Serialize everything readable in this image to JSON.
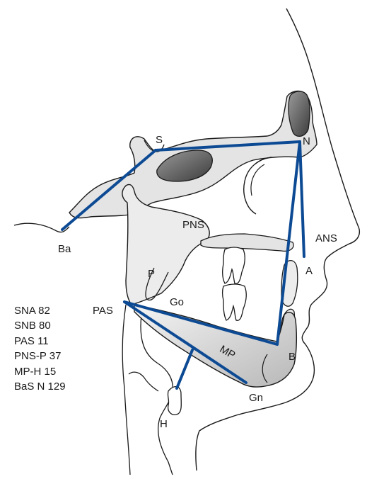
{
  "landmarks": {
    "s": "S",
    "n": "N",
    "ba": "Ba",
    "pns": "PNS",
    "ans": "ANS",
    "a": "A",
    "p": "P",
    "pas": "PAS",
    "go": "Go",
    "mp": "MP",
    "b": "B",
    "gn": "Gn",
    "h": "H"
  },
  "measurements": [
    "SNA 82",
    "SNB 80",
    "PAS 11",
    "PNS-P 37",
    "MP-H 15",
    "BaS N 129"
  ],
  "colors": {
    "tracing_line": "#0d4a94",
    "bone_fill": "#e4e4e4",
    "outline": "#1a1a1a",
    "sinus_fill": "#555555"
  }
}
